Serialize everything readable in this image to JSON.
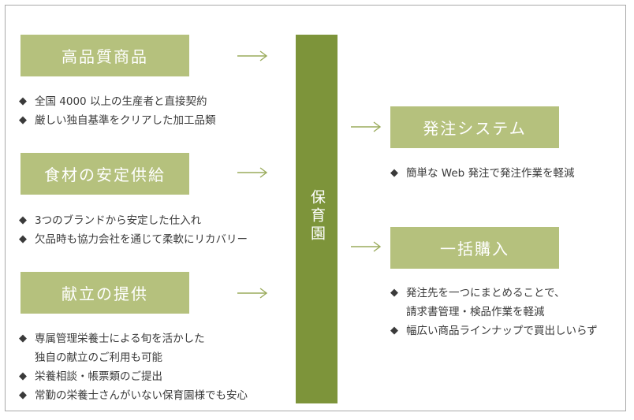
{
  "left_boxes": [
    {
      "title": "高品質商品",
      "bullets": [
        [
          "全国 4000 以上の生産者と直接契約"
        ],
        [
          "厳しい独自基準をクリアした加工品類"
        ]
      ]
    },
    {
      "title": "食材の安定供給",
      "bullets": [
        [
          "3つのブランドから安定した仕入れ"
        ],
        [
          "欠品時も協力会社を通じて柔軟にリカバリー"
        ]
      ]
    },
    {
      "title": "献立の提供",
      "bullets": [
        [
          "専属管理栄養士による旬を活かした",
          "独自の献立のご利用も可能"
        ],
        [
          "栄養相談・帳票類のご提出"
        ],
        [
          "常勤の栄養士さんがいない保育園様でも安心"
        ]
      ]
    }
  ],
  "center": {
    "label": "保育園"
  },
  "right_boxes": [
    {
      "title": "発注システム",
      "bullets": [
        [
          "簡単な Web 発注で発注作業を軽減"
        ]
      ]
    },
    {
      "title": "一括購入",
      "bullets": [
        [
          "発注先を一つにまとめることで、",
          "請求書管理・検品作業を軽減"
        ],
        [
          "幅広い商品ラインナップで買出しいらず"
        ]
      ]
    }
  ],
  "bullet_marker": "◆",
  "colors": {
    "box": "#b5c17d",
    "center": "#7d943a",
    "arrow": "#9aab5c",
    "text": "#3a3a3a",
    "border": "#a9a9a9"
  }
}
